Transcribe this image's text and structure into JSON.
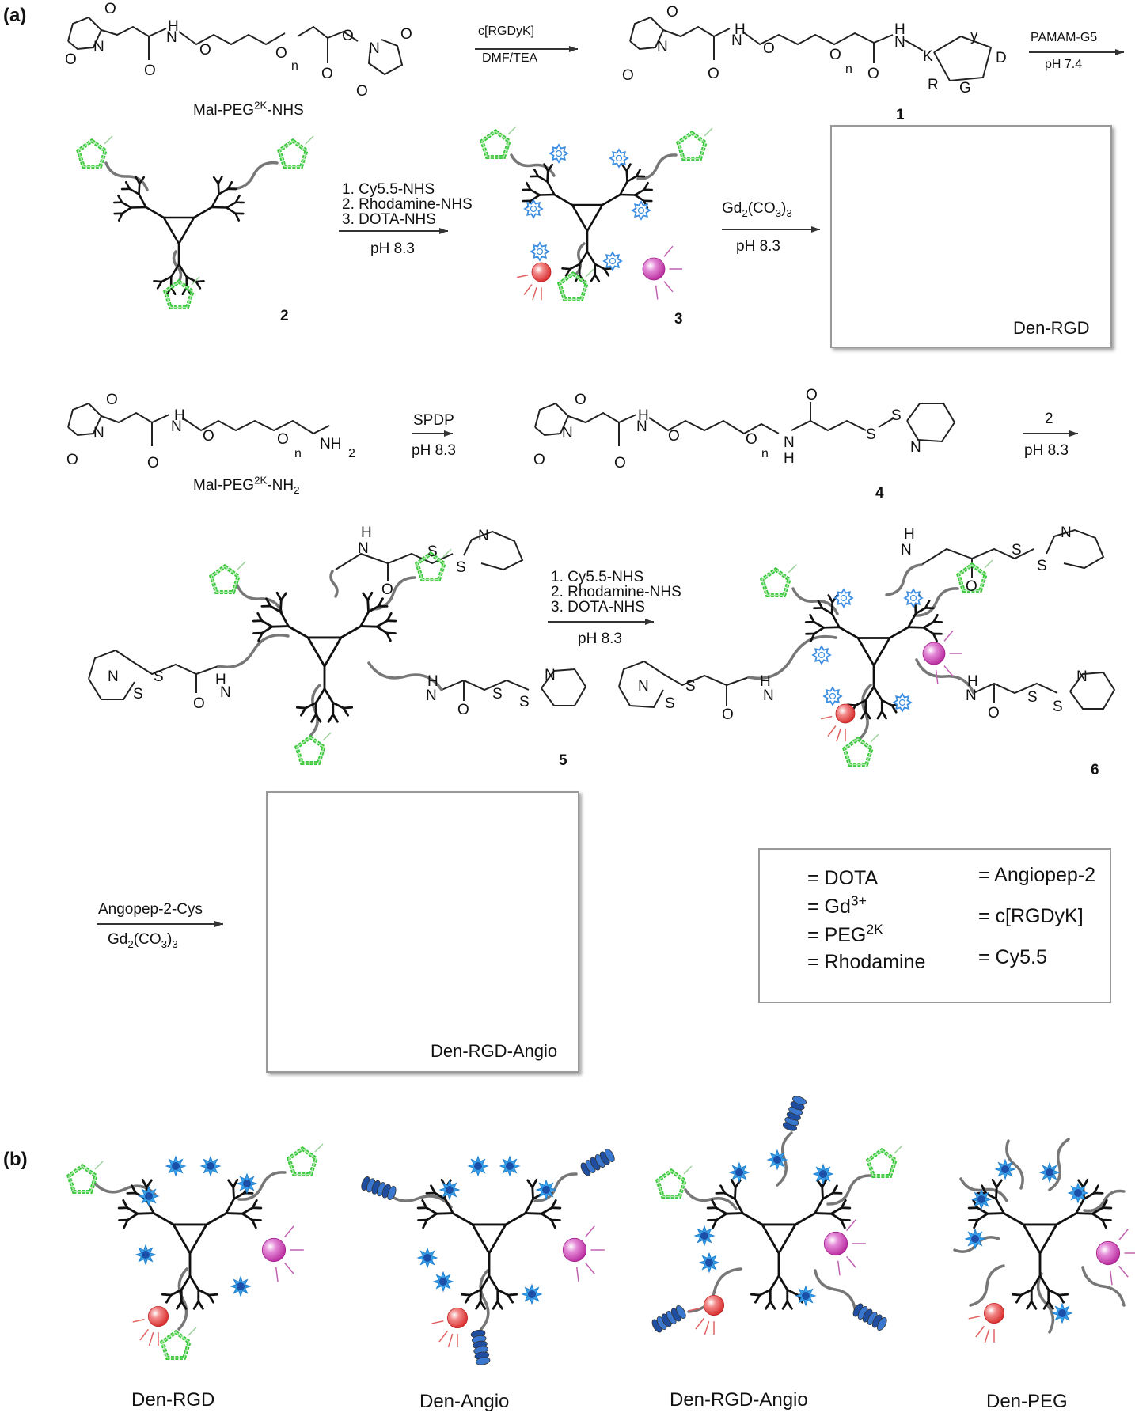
{
  "panels": {
    "a": "(a)",
    "b": "(b)"
  },
  "row1": {
    "reactant_label_main": "Mal-PEG",
    "reactant_label_sup": "2K",
    "reactant_label_tail": "-NHS",
    "step1_top": "c[RGDyK]",
    "step1_bottom": "DMF/TEA",
    "step2_top": "PAMAM-G5",
    "step2_bottom": "pH 7.4",
    "product_number": "1",
    "peptide_letters": {
      "K": "K",
      "y": "y",
      "D": "D",
      "R": "R",
      "G": "G"
    }
  },
  "row2": {
    "compound_2": "2",
    "compound_3": "3",
    "step_lines": [
      "1. Cy5.5-NHS",
      "2. Rhodamine-NHS",
      "3. DOTA-NHS"
    ],
    "step_ph": "pH 8.3",
    "gd_main": "Gd",
    "gd_sub1": "2",
    "gd_mid": "(CO",
    "gd_sub2": "3",
    "gd_end": ")",
    "gd_sub3": "3",
    "gd_ph": "pH 8.3",
    "product_box": "Den-RGD"
  },
  "row3": {
    "reactant_label_main": "Mal-PEG",
    "reactant_label_sup": "2K",
    "reactant_label_tail": "-NH",
    "reactant_label_sub": "2",
    "spdp_top": "SPDP",
    "spdp_bottom": "pH 8.3",
    "compound_4": "4",
    "next_top": "2",
    "next_bottom": "pH 8.3"
  },
  "row4": {
    "compound_5": "5",
    "compound_6": "6",
    "step_lines": [
      "1. Cy5.5-NHS",
      "2. Rhodamine-NHS",
      "3. DOTA-NHS"
    ],
    "step_ph": "pH 8.3"
  },
  "row5": {
    "angio_top": "Angopep-2-Cys",
    "gd_main": "Gd",
    "gd_sub1": "2",
    "gd_mid": "(CO",
    "gd_sub2": "3",
    "gd_end": ")",
    "gd_sub3": "3",
    "product_box": "Den-RGD-Angio"
  },
  "legend": {
    "dota": "= DOTA",
    "gd_main": "= Gd",
    "gd_sup": "3+",
    "peg_main": "= PEG",
    "peg_sup": "2K",
    "rhodamine": "= Rhodamine",
    "angiopep": "= Angiopep-2",
    "rgd": "= c[RGDyK]",
    "cy55": "= Cy5.5"
  },
  "panel_b_labels": [
    "Den-RGD",
    "Den-Angio",
    "Den-RGD-Angio",
    "Den-PEG"
  ],
  "atoms": {
    "O": "O",
    "N": "N",
    "H": "H",
    "S": "S",
    "n": "n",
    "NH2": "NH",
    "two": "2"
  },
  "colors": {
    "rgd": "#3cc83c",
    "dota": "#3e8ee0",
    "gd": "#1b4fa8",
    "rhodamine": "#e83838",
    "cy55": "#d040b8",
    "angio_yellow": "#e8c820",
    "angio_red": "#d83020",
    "angio_blue": "#1f4ea0",
    "peg": "#777777",
    "dendrimer": "#111111"
  }
}
